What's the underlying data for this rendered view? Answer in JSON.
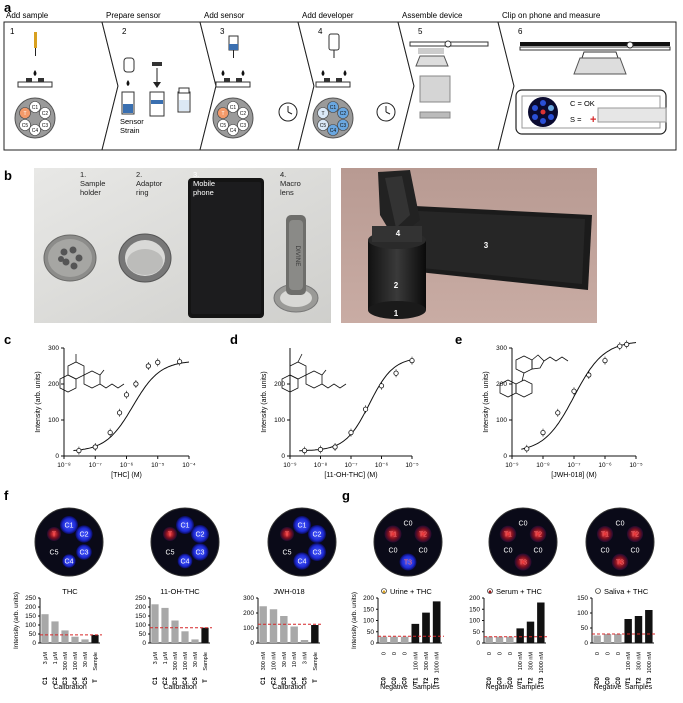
{
  "panel_labels": {
    "a": "a",
    "b": "b",
    "c": "c",
    "d": "d",
    "e": "e",
    "f": "f",
    "g": "g"
  },
  "workflow": {
    "steps": [
      {
        "num": "1",
        "title": "Add sample"
      },
      {
        "num": "2",
        "title": "Prepare sensor"
      },
      {
        "num": "3",
        "title": "Add sensor"
      },
      {
        "num": "4",
        "title": "Add developer"
      },
      {
        "num": "5",
        "title": "Assemble device"
      },
      {
        "num": "6",
        "title": "Clip on phone and measure"
      }
    ],
    "well_labels": [
      "C1",
      "C2",
      "C3",
      "C4",
      "C5",
      "T"
    ],
    "sensor_labels": [
      "Sensor",
      "Strain"
    ],
    "phone_text": {
      "ok": "C = OK",
      "s_prefix": "S = ",
      "s_symbol": "+"
    }
  },
  "photos": {
    "parts": [
      {
        "num": "1.",
        "lines": [
          "Sample",
          "holder"
        ]
      },
      {
        "num": "2.",
        "lines": [
          "Adaptor",
          "ring"
        ]
      },
      {
        "num": "3.",
        "lines": [
          "Mobile",
          "phone"
        ]
      },
      {
        "num": "4.",
        "lines": [
          "Macro",
          "lens"
        ]
      }
    ],
    "lens_text": "DIVINE",
    "assembly_labels": [
      "1",
      "2",
      "3",
      "4"
    ]
  },
  "colors": {
    "bar_cal": "#a8a8a8",
    "bar_sample": "#111111",
    "threshold": "#d62728",
    "well_blue": "#1e2bd6",
    "well_red": "#c42020",
    "dish": "#0a0a18"
  },
  "chart_data": [
    {
      "type": "scatter",
      "id": "c",
      "xlabel": "[THC] (M)",
      "ylabel": "Intensity (arb. units)",
      "xscale": "log",
      "xlim": [
        1e-08,
        0.0001
      ],
      "ylim": [
        0,
        300
      ],
      "xticks": [
        "10⁻⁸",
        "10⁻⁷",
        "10⁻⁶",
        "10⁻⁵",
        "10⁻⁴"
      ],
      "yticks": [
        "0",
        "100",
        "200",
        "300"
      ],
      "x": [
        3e-08,
        1e-07,
        3e-07,
        6e-07,
        1e-06,
        2e-06,
        5e-06,
        1e-05,
        5e-05
      ],
      "y": [
        15,
        25,
        65,
        120,
        170,
        200,
        250,
        260,
        262
      ],
      "fit": {
        "bottom": 12,
        "top": 265,
        "ec50": 1.6e-06,
        "hill": 1.0
      }
    },
    {
      "type": "scatter",
      "id": "d",
      "xlabel": "[11-OH-THC] (M)",
      "ylabel": "Intensity (arb. units)",
      "xscale": "log",
      "xlim": [
        1e-09,
        1e-05
      ],
      "ylim": [
        0,
        300
      ],
      "xticks": [
        "10⁻⁹",
        "10⁻⁸",
        "10⁻⁷",
        "10⁻⁶",
        "10⁻⁵"
      ],
      "yticks": [
        "0",
        "100",
        "200"
      ],
      "x": [
        3e-09,
        1e-08,
        3e-08,
        1e-07,
        3e-07,
        1e-06,
        3e-06,
        1e-05
      ],
      "y": [
        15,
        18,
        25,
        65,
        130,
        195,
        230,
        265
      ],
      "fit": {
        "bottom": 14,
        "top": 275,
        "ec50": 4e-07,
        "hill": 1.1
      }
    },
    {
      "type": "scatter",
      "id": "e",
      "xlabel": "[JWH-018] (M)",
      "ylabel": "Intensity (arb. units)",
      "xscale": "log",
      "xlim": [
        1e-09,
        1e-05
      ],
      "ylim": [
        0,
        300
      ],
      "xticks": [
        "10⁻⁹",
        "10⁻⁸",
        "10⁻⁷",
        "10⁻⁶",
        "10⁻⁵"
      ],
      "yticks": [
        "0",
        "100",
        "200",
        "300"
      ],
      "x": [
        3e-09,
        1e-08,
        3e-08,
        1e-07,
        3e-07,
        1e-06,
        3e-06,
        5e-06
      ],
      "y": [
        20,
        65,
        120,
        180,
        225,
        265,
        305,
        310
      ],
      "fit": {
        "bottom": 10,
        "top": 320,
        "ec50": 1e-07,
        "hill": 0.9
      }
    },
    {
      "type": "bar",
      "id": "f1",
      "title": "THC",
      "xlabel": "Calibration",
      "ylabel": "Intensity (arb. units)",
      "ylim": [
        0,
        250
      ],
      "yticks": [
        "0",
        "50",
        "100",
        "150",
        "200",
        "250"
      ],
      "categories": [
        "C1",
        "C2",
        "C3",
        "C4",
        "C5",
        "T"
      ],
      "sublabels": [
        "3 μM",
        "1 μM",
        "300 nM",
        "100 nM",
        "30 nM",
        "Sample"
      ],
      "values": [
        160,
        120,
        70,
        35,
        20,
        45
      ],
      "threshold": 45
    },
    {
      "type": "bar",
      "id": "f2",
      "title": "11-OH-THC",
      "xlabel": "Calibration",
      "ylabel": "",
      "ylim": [
        0,
        250
      ],
      "yticks": [
        "0",
        "50",
        "100",
        "150",
        "200",
        "250"
      ],
      "categories": [
        "C1",
        "C2",
        "C3",
        "C4",
        "C5",
        "T"
      ],
      "sublabels": [
        "3 μM",
        "1 μM",
        "300 nM",
        "100 nM",
        "30 nM",
        "Sample"
      ],
      "values": [
        215,
        195,
        125,
        65,
        20,
        85
      ],
      "threshold": 85
    },
    {
      "type": "bar",
      "id": "f3",
      "title": "JWH-018",
      "xlabel": "Calibration",
      "ylabel": "",
      "ylim": [
        0,
        300
      ],
      "yticks": [
        "0",
        "100",
        "200",
        "300"
      ],
      "categories": [
        "C1",
        "C2",
        "C3",
        "C4",
        "C5",
        "T"
      ],
      "sublabels": [
        "300 nM",
        "100 nM",
        "30 nM",
        "10 nM",
        "3 nM",
        "Sample"
      ],
      "values": [
        245,
        225,
        180,
        110,
        20,
        120
      ],
      "threshold": 125
    },
    {
      "type": "bar",
      "id": "g1",
      "title": "Urine + THC",
      "xlabel": "",
      "ylabel": "Intensity (arb. units)",
      "ylim": [
        0,
        200
      ],
      "yticks": [
        "0",
        "50",
        "100",
        "150",
        "200"
      ],
      "categories": [
        "C0",
        "C0",
        "C0",
        "T1",
        "T2",
        "T3"
      ],
      "sublabels": [
        "0",
        "0",
        "0",
        "100 nM",
        "300 nM",
        "1000 nM"
      ],
      "group_labels": [
        "Negative",
        "Samples"
      ],
      "values": [
        28,
        28,
        28,
        85,
        135,
        185
      ],
      "threshold": 30
    },
    {
      "type": "bar",
      "id": "g2",
      "title": "Serum + THC",
      "xlabel": "",
      "ylabel": "",
      "ylim": [
        0,
        200
      ],
      "yticks": [
        "0",
        "50",
        "100",
        "150",
        "200"
      ],
      "categories": [
        "C0",
        "C0",
        "C0",
        "T1",
        "T2",
        "T3"
      ],
      "sublabels": [
        "0",
        "0",
        "0",
        "100 nM",
        "300 nM",
        "1000 nM"
      ],
      "group_labels": [
        "Negative",
        "Samples"
      ],
      "values": [
        28,
        28,
        28,
        65,
        95,
        180
      ],
      "threshold": 28
    },
    {
      "type": "bar",
      "id": "g3",
      "title": "Saliva + THC",
      "xlabel": "",
      "ylabel": "",
      "ylim": [
        0,
        150
      ],
      "yticks": [
        "0",
        "50",
        "100",
        "150"
      ],
      "categories": [
        "C0",
        "C0",
        "C0",
        "T1",
        "T2",
        "T3"
      ],
      "sublabels": [
        "0",
        "0",
        "0",
        "100 nM",
        "300 nM",
        "1000 nM"
      ],
      "group_labels": [
        "Negative",
        "Samples"
      ],
      "values": [
        25,
        30,
        30,
        80,
        90,
        110
      ],
      "threshold": 30
    }
  ],
  "dish_f_labels": [
    [
      "C1",
      "C2",
      "C3",
      "C4",
      "C5",
      "T"
    ],
    [
      "C1",
      "C2",
      "C3",
      "C4",
      "C5",
      "T"
    ],
    [
      "C1",
      "C2",
      "C3",
      "C4",
      "C5",
      "T"
    ]
  ],
  "dish_g_labels": [
    "C0",
    "T1",
    "T2",
    "C0",
    "C0",
    "T3"
  ]
}
